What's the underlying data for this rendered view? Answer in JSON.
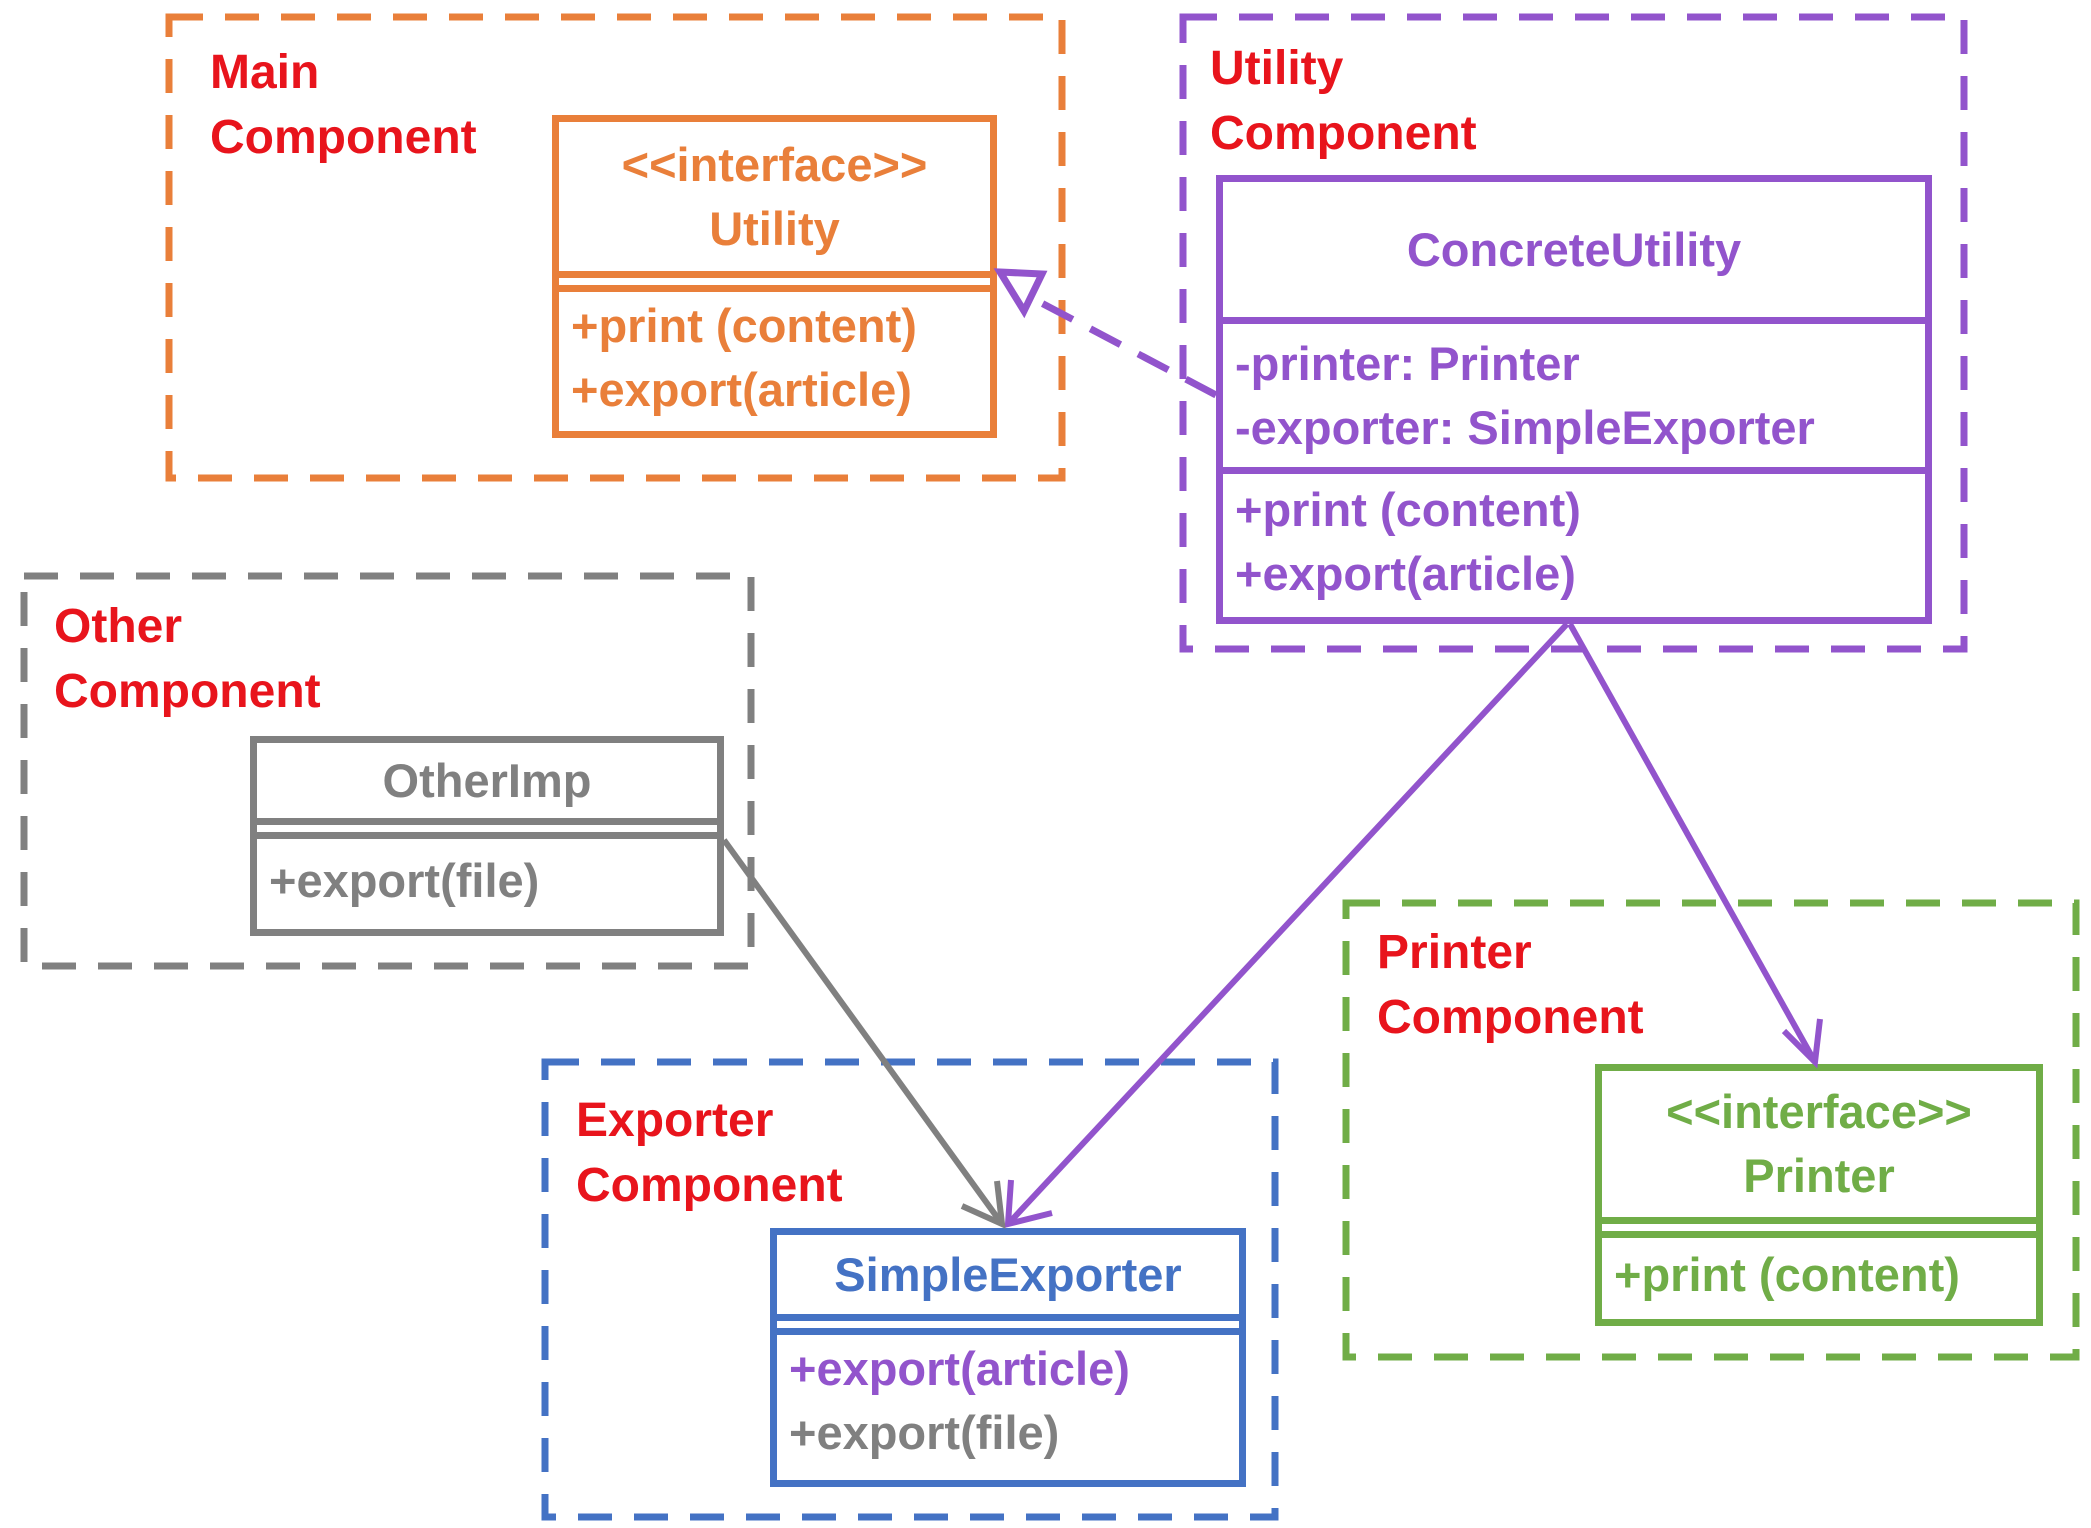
{
  "colors": {
    "label": "#e8141c",
    "main": "#e97f3a",
    "utility": "#9254cc",
    "other": "#808080",
    "exporter": "#4472c4",
    "printer": "#70ad47"
  },
  "components": {
    "main": {
      "title_line1": "Main",
      "title_line2": "Component"
    },
    "utility": {
      "title_line1": "Utility",
      "title_line2": "Component"
    },
    "other": {
      "title_line1": "Other",
      "title_line2": "Component"
    },
    "exporter": {
      "title_line1": "Exporter",
      "title_line2": "Component"
    },
    "printer": {
      "title_line1": "Printer",
      "title_line2": "Component"
    }
  },
  "classes": {
    "utility_interface": {
      "stereotype": "<<interface>>",
      "name": "Utility",
      "methods": [
        "+print (content)",
        "+export(article)"
      ]
    },
    "concrete_utility": {
      "name": "ConcreteUtility",
      "attributes": [
        "-printer: Printer",
        "-exporter: SimpleExporter"
      ],
      "methods": [
        "+print (content)",
        "+export(article)"
      ]
    },
    "other_imp": {
      "name": "OtherImp",
      "methods": [
        "+export(file)"
      ]
    },
    "simple_exporter": {
      "name": "SimpleExporter",
      "methods": [
        "+export(article)",
        "+export(file)"
      ]
    },
    "printer_interface": {
      "stereotype": "<<interface>>",
      "name": "Printer",
      "methods": [
        "+print (content)"
      ]
    }
  }
}
